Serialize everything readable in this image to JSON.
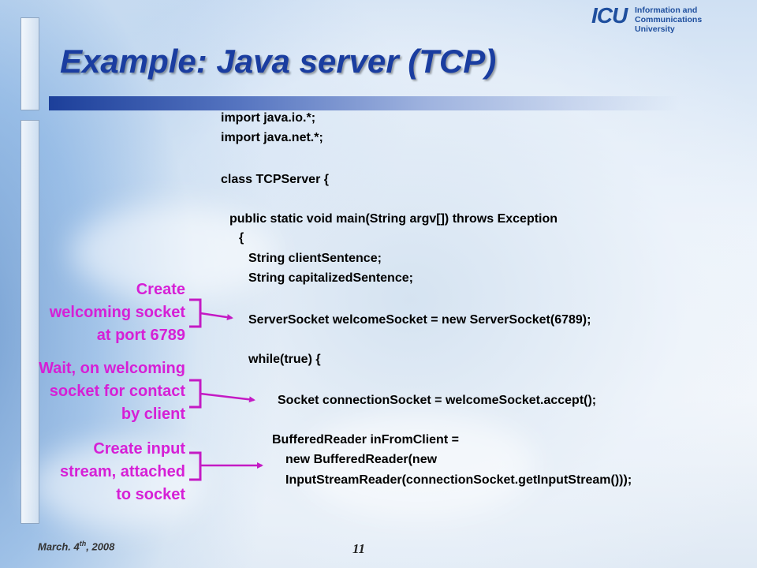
{
  "logo": {
    "mark": "ICU",
    "line1": "Information and Communications",
    "line2": "University"
  },
  "title": "Example: Java server (TCP)",
  "code": {
    "lines": [
      "import java.io.*;",
      "import java.net.*;",
      "class TCPServer {",
      "public static void main(String argv[]) throws Exception",
      "{",
      "String clientSentence;",
      "String capitalizedSentence;",
      "ServerSocket welcomeSocket = new ServerSocket(6789);",
      "while(true) {",
      "Socket connectionSocket = welcomeSocket.accept();",
      "BufferedReader inFromClient =",
      "new BufferedReader(new",
      "InputStreamReader(connectionSocket.getInputStream()));"
    ]
  },
  "annotations": [
    {
      "lines": [
        "Create",
        "welcoming socket",
        "at port 6789"
      ]
    },
    {
      "lines": [
        "Wait, on welcoming",
        "socket for contact",
        "by client"
      ]
    },
    {
      "lines": [
        "Create input",
        "stream, attached",
        "to socket"
      ]
    }
  ],
  "colors": {
    "title": "#1a3da0",
    "annotation": "#d61fd6",
    "arrow": "#c41ac4"
  },
  "footer": {
    "date_main": "March. 4",
    "date_sup": "th",
    "date_tail": ", 2008",
    "page_number": "11"
  }
}
